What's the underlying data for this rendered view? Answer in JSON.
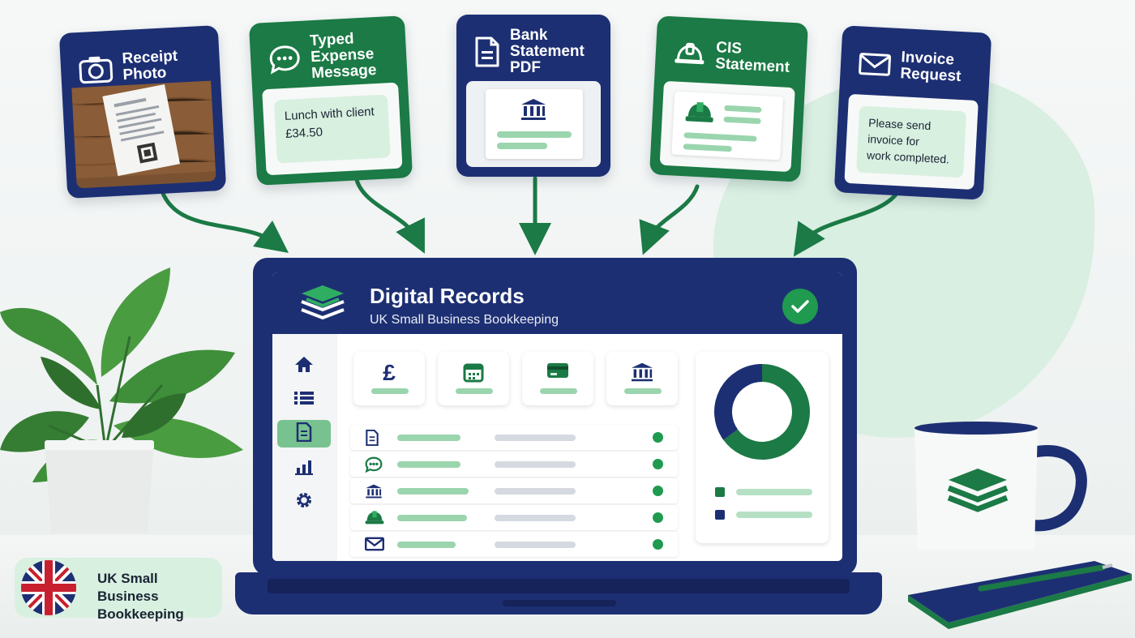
{
  "cards": [
    {
      "title": "Receipt\nPhoto",
      "icon": "camera-icon",
      "theme": "navy"
    },
    {
      "title": "Typed\nExpense\nMessage",
      "icon": "chat-icon",
      "theme": "green",
      "bubble": "Lunch with client\n£34.50"
    },
    {
      "title": "Bank\nStatement\nPDF",
      "icon": "document-icon",
      "theme": "navy"
    },
    {
      "title": "CIS\nStatement",
      "icon": "hard-hat-icon",
      "theme": "green"
    },
    {
      "title": "Invoice\nRequest",
      "icon": "envelope-icon",
      "theme": "navy",
      "bubble": "Please send\ninvoice for\nwork completed."
    }
  ],
  "app": {
    "title": "Digital Records",
    "subtitle": "UK Small Business Bookkeeping",
    "status_icon": "check-icon",
    "sidebar": [
      "home-icon",
      "list-icon",
      "document-icon",
      "bar-chart-icon",
      "gear-icon"
    ],
    "active_sidebar": 2,
    "tiles": [
      "pound-icon",
      "calendar-icon",
      "card-icon",
      "bank-icon"
    ],
    "rows": [
      "document-icon",
      "chat-icon",
      "bank-icon",
      "hard-hat-icon",
      "envelope-icon"
    ],
    "donut": {
      "segments": [
        0.65,
        0.35
      ]
    }
  },
  "badge": {
    "text": "UK Small Business\nBookkeeping"
  },
  "colors": {
    "navy": "#1d2f73",
    "green": "#1b7a45",
    "accent": "#1f9a4f",
    "light_green": "#d8f0e0"
  }
}
